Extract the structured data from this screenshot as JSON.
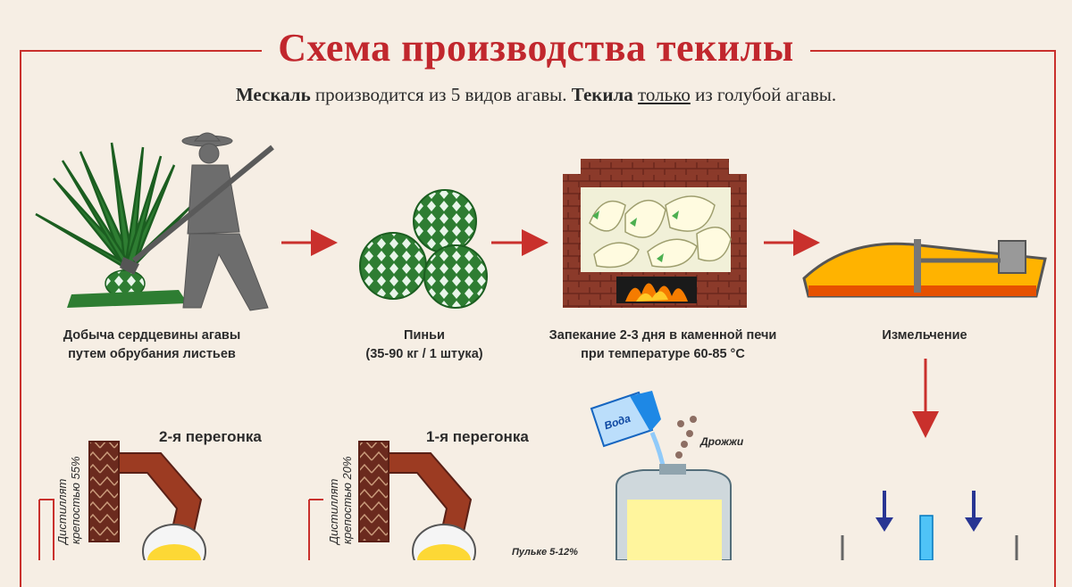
{
  "title": "Схема производства текилы",
  "subtitle": {
    "mezcal": "Мескаль",
    "part1": " производится из 5 видов агавы. ",
    "tequila": "Текила",
    "space": " ",
    "only": "только",
    "part2": " из голубой агавы."
  },
  "steps": {
    "harvest": {
      "line1": "Добыча сердцевины агавы",
      "line2": "путем обрубания листьев"
    },
    "pinas": {
      "line1": "Пиньи",
      "line2": "(35-90 кг / 1 штука)"
    },
    "baking": {
      "line1": "Запекание 2-3 дня в каменной печи",
      "line2": "при температуре 60-85 °C"
    },
    "milling": {
      "line1": "Измельчение"
    }
  },
  "distill2": {
    "title": "2-я перегонка",
    "distillate_l1": "Дистиллят",
    "distillate_l2": "крепостью 55%"
  },
  "distill1": {
    "title": "1-я перегонка",
    "distillate_l1": "Дистиллят",
    "distillate_l2": "крепостью 20%"
  },
  "fermentation": {
    "water": "Вода",
    "yeast": "Дрожжи",
    "pulque": "Пульке 5-12%"
  },
  "colors": {
    "accent": "#c1272d",
    "arrow": "#c9302c",
    "agave": "#2e7d32",
    "brick": "#8b3a2a"
  }
}
